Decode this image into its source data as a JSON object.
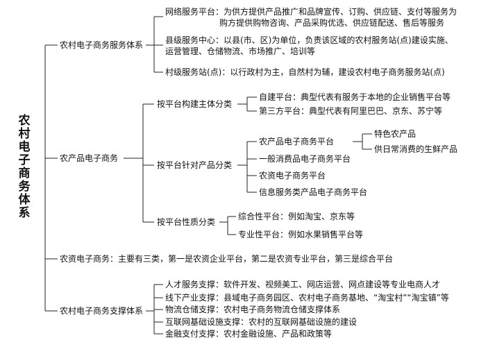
{
  "root": {
    "title": [
      "农",
      "村",
      "电",
      "子",
      "商",
      "务",
      "体",
      "系"
    ]
  },
  "service": {
    "label": "农村电子商务服务体系",
    "network": {
      "line1": "网络服务平台：为供方提供产品推广和品牌宣传、订购、供应链、支付等服务为",
      "line2": "购方提供购物咨询、产品采购优选、供应链配送、售后等服务"
    },
    "county": {
      "line1": "县级服务中心：以县(市、区)为单位，负责该区域的农村服务站(点)建设实施、",
      "line2": "运营管理、仓储物流、市场推广、培训等"
    },
    "village": "村级服务站(点)：以行政村为主，自然村为辅，建设农村电子商务服务站(点)"
  },
  "product": {
    "label": "农产品电子商务",
    "by_builder": {
      "label": "按平台构建主体分类",
      "self": "自建平台：典型代表有服务于本地的企业销售平台等",
      "third": "第三方平台：典型代表有阿里巴巴、京东、苏宁等"
    },
    "by_product": {
      "label": "按平台针对产品分类",
      "agri": "农产品电子商务平台",
      "agri_children": [
        "特色农产品",
        "供日常消费的生鲜产品"
      ],
      "consumer": "一般消费品电子商务平台",
      "input": "农资电子商务平台",
      "info": "信息服务类产品电子商务平台"
    },
    "by_nature": {
      "label": "按平台性质分类",
      "general": "综合性平台：例如淘宝、京东等",
      "special": "专业性平台：例如水果销售平台等"
    }
  },
  "input_ecom": "农资电子商务：主要有三类，第一是农资企业平台，第二是农资专业平台，第三是综合平台",
  "support": {
    "label": "农村电子商务支撑体系",
    "items": [
      "人才服务支撑：软件开发、视频美工、网店运营、网点建设等专业电商人才",
      "线下产业支撑：县域电子商务园区、农村电子商务基地、“淘宝村”“淘宝镇”等",
      "物流仓储支撑：农村电子商务物流仓储支撑体系",
      "互联网基础设施支撑：农村的互联网基础设施的建设",
      "金融支付支撑：农村金融设施、产品和政策等"
    ]
  }
}
